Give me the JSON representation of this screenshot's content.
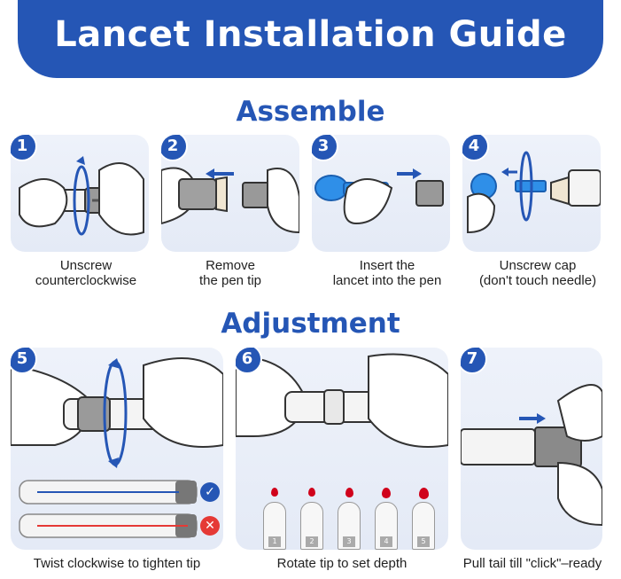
{
  "title": "Lancet Installation Guide",
  "sections": {
    "assemble": "Assemble",
    "adjustment": "Adjustment"
  },
  "steps": [
    {
      "number": "1",
      "caption_line1": "Unscrew",
      "caption_line2": "counterclockwise"
    },
    {
      "number": "2",
      "caption_line1": "Remove",
      "caption_line2": "the pen tip"
    },
    {
      "number": "3",
      "caption_line1": "Insert the",
      "caption_line2": "lancet into the pen"
    },
    {
      "number": "4",
      "caption_line1": "Unscrew cap",
      "caption_line2": "(don't touch needle)"
    },
    {
      "number": "5",
      "caption_line1": "Twist clockwise to tighten tip"
    },
    {
      "number": "6",
      "caption_line1": "Rotate tip to set depth"
    },
    {
      "number": "7",
      "caption_line1": "Pull tail till \"click\"–ready"
    }
  ],
  "depth_levels": [
    "1",
    "2",
    "3",
    "4",
    "5"
  ],
  "colors": {
    "brand": "#2556b5",
    "ok": "#2556b5",
    "error": "#e53935",
    "drop": "#d0021b"
  },
  "icons": {
    "correct": "check-icon",
    "wrong": "x-icon"
  }
}
